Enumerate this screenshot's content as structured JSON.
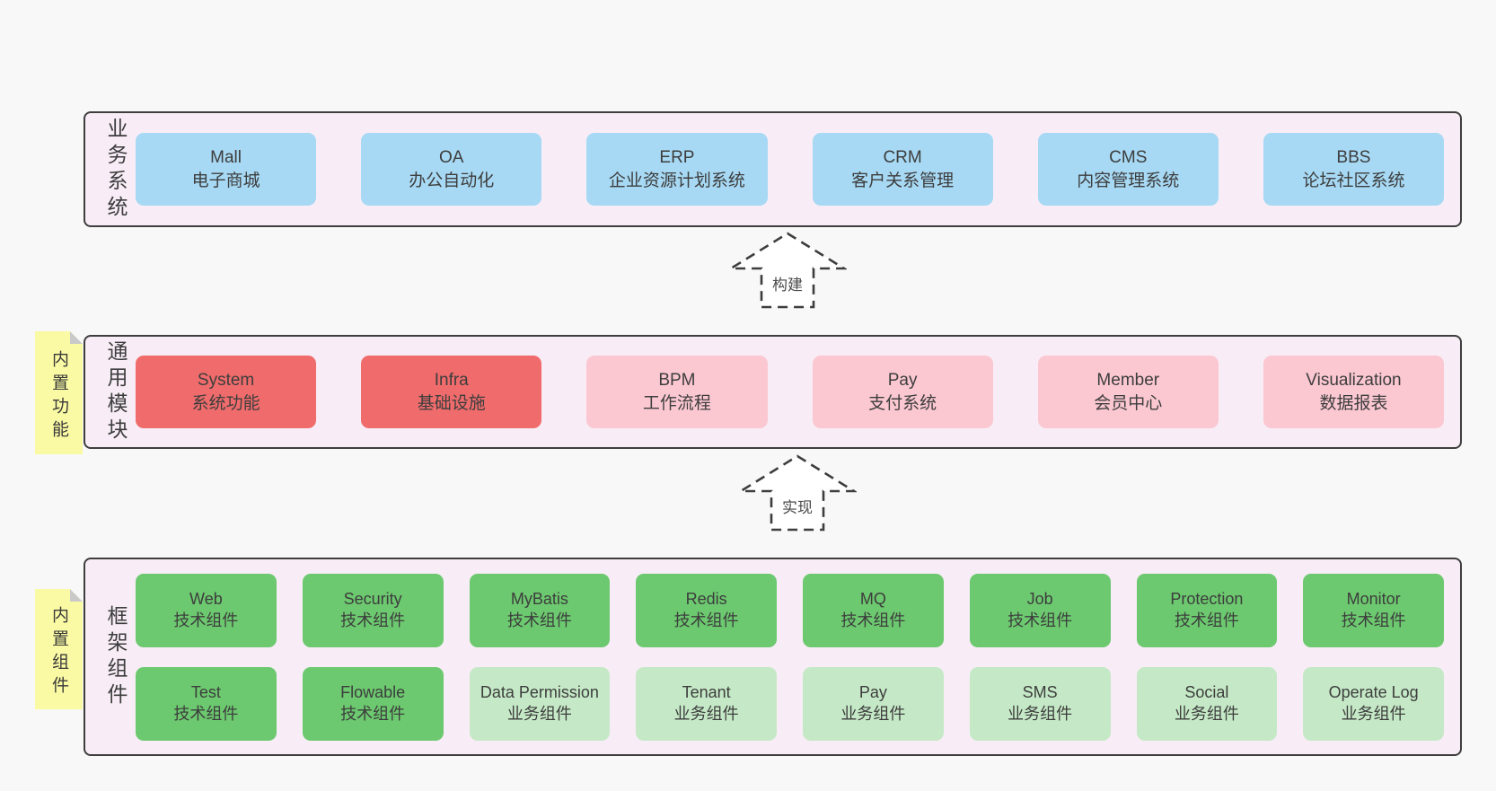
{
  "colors": {
    "page-bg": "#f8f8f8",
    "band-bg": "#f8edf6",
    "band-border": "#3e3e3e",
    "text": "#3d3d3d",
    "blue": "#a7d9f4",
    "red": "#f06c6c",
    "pink": "#fbc8d2",
    "green": "#6cc96f",
    "green-light": "#c5e9c6",
    "tag-bg": "#fafaa4",
    "fold": "#c9c9c9",
    "arrow-stroke": "#3d3d3d"
  },
  "sections": [
    {
      "id": "business",
      "label": "业务系统",
      "rows": [
        [
          {
            "id": "mall",
            "en": "Mall",
            "zh": "电子商城",
            "variant": "blue"
          },
          {
            "id": "oa",
            "en": "OA",
            "zh": "办公自动化",
            "variant": "blue"
          },
          {
            "id": "erp",
            "en": "ERP",
            "zh": "企业资源计划系统",
            "variant": "blue"
          },
          {
            "id": "crm",
            "en": "CRM",
            "zh": "客户关系管理",
            "variant": "blue"
          },
          {
            "id": "cms",
            "en": "CMS",
            "zh": "内容管理系统",
            "variant": "blue"
          },
          {
            "id": "bbs",
            "en": "BBS",
            "zh": "论坛社区系统",
            "variant": "blue"
          }
        ]
      ]
    },
    {
      "id": "modules",
      "label": "通用模块",
      "tag": "内置功能",
      "rows": [
        [
          {
            "id": "system",
            "en": "System",
            "zh": "系统功能",
            "variant": "red"
          },
          {
            "id": "infra",
            "en": "Infra",
            "zh": "基础设施",
            "variant": "red"
          },
          {
            "id": "bpm",
            "en": "BPM",
            "zh": "工作流程",
            "variant": "pink"
          },
          {
            "id": "pay-system",
            "en": "Pay",
            "zh": "支付系统",
            "variant": "pink"
          },
          {
            "id": "member",
            "en": "Member",
            "zh": "会员中心",
            "variant": "pink"
          },
          {
            "id": "visualization",
            "en": "Visualization",
            "zh": "数据报表",
            "variant": "pink"
          }
        ]
      ]
    },
    {
      "id": "framework",
      "label": "框架组件",
      "tag": "内置组件",
      "rows": [
        [
          {
            "id": "web",
            "en": "Web",
            "zh": "技术组件",
            "variant": "green"
          },
          {
            "id": "security",
            "en": "Security",
            "zh": "技术组件",
            "variant": "green"
          },
          {
            "id": "mybatis",
            "en": "MyBatis",
            "zh": "技术组件",
            "variant": "green"
          },
          {
            "id": "redis",
            "en": "Redis",
            "zh": "技术组件",
            "variant": "green"
          },
          {
            "id": "mq",
            "en": "MQ",
            "zh": "技术组件",
            "variant": "green"
          },
          {
            "id": "job",
            "en": "Job",
            "zh": "技术组件",
            "variant": "green"
          },
          {
            "id": "protection",
            "en": "Protection",
            "zh": "技术组件",
            "variant": "green"
          },
          {
            "id": "monitor",
            "en": "Monitor",
            "zh": "技术组件",
            "variant": "green"
          }
        ],
        [
          {
            "id": "test",
            "en": "Test",
            "zh": "技术组件",
            "variant": "green"
          },
          {
            "id": "flowable",
            "en": "Flowable",
            "zh": "技术组件",
            "variant": "green"
          },
          {
            "id": "data-permission",
            "en": "Data Permission",
            "zh": "业务组件",
            "variant": "green-light"
          },
          {
            "id": "tenant",
            "en": "Tenant",
            "zh": "业务组件",
            "variant": "green-light"
          },
          {
            "id": "pay-component",
            "en": "Pay",
            "zh": "业务组件",
            "variant": "green-light"
          },
          {
            "id": "sms",
            "en": "SMS",
            "zh": "业务组件",
            "variant": "green-light"
          },
          {
            "id": "social",
            "en": "Social",
            "zh": "业务组件",
            "variant": "green-light"
          },
          {
            "id": "operate-log",
            "en": "Operate Log",
            "zh": "业务组件",
            "variant": "green-light"
          }
        ]
      ]
    }
  ],
  "arrows": [
    {
      "id": "build",
      "label": "构建"
    },
    {
      "id": "implement",
      "label": "实现"
    }
  ]
}
